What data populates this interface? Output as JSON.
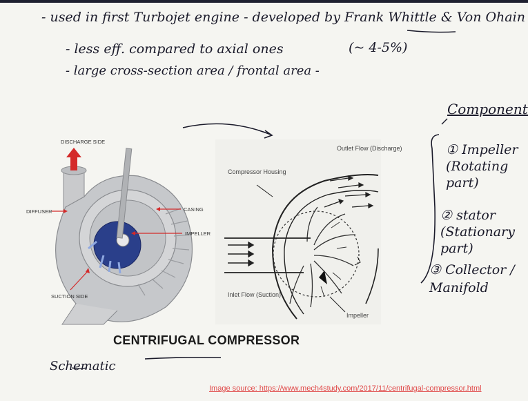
{
  "notes": {
    "line1": "- used in first Turbojet engine - developed by Frank Whittle & Von Ohain",
    "line2": "- less eff. compared to axial ones",
    "line2_paren": "(~ 4-5%)",
    "line3": "- large cross-section area / frontal area -",
    "components_title": "Components",
    "component1": "① Impeller (Rotating part)",
    "component2": "② stator (Stationary part)",
    "component3": "③ Collector / Manifold",
    "schematic": "Schematic"
  },
  "figure_left": {
    "labels": {
      "discharge": "DISCHARGE SIDE",
      "diffuser": "DIFFUSER",
      "casing": "CASING",
      "impeller": "IMPELLER",
      "suction": "SUCTION SIDE"
    },
    "caption": "CENTRIFUGAL COMPRESSOR"
  },
  "figure_right": {
    "labels": {
      "outlet": "Outlet Flow (Discharge)",
      "housing": "Compressor Housing",
      "inlet": "Inlet Flow (Suction)",
      "impeller": "Impeller"
    }
  },
  "source": "Image source: https://www.mech4study.com/2017/11/centrifugal-compressor.html",
  "colors": {
    "ink": "#1a1a2a",
    "source_red": "#e04848",
    "arrow_red": "#d42a2a",
    "impeller_blue": "#2a3f8a"
  }
}
